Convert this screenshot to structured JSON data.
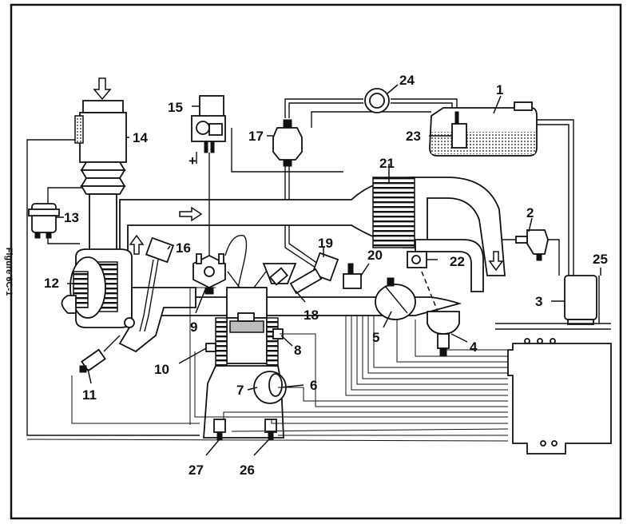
{
  "figure": {
    "side_label": "Figure 6C-1"
  },
  "labels": {
    "n1": "1",
    "n2": "2",
    "n3": "3",
    "n4": "4",
    "n5": "5",
    "n6": "6",
    "n7": "7",
    "n8": "8",
    "n9": "9",
    "n10": "10",
    "n11": "11",
    "n12": "12",
    "n13": "13",
    "n14": "14",
    "n15": "15",
    "n16": "16",
    "n17": "17",
    "n18": "18",
    "n19": "19",
    "n20": "20",
    "n21": "21",
    "n22": "22",
    "n23": "23",
    "n24": "24",
    "n25": "25",
    "n26": "26",
    "n27": "27"
  },
  "symbols": {
    "plus": "+"
  }
}
